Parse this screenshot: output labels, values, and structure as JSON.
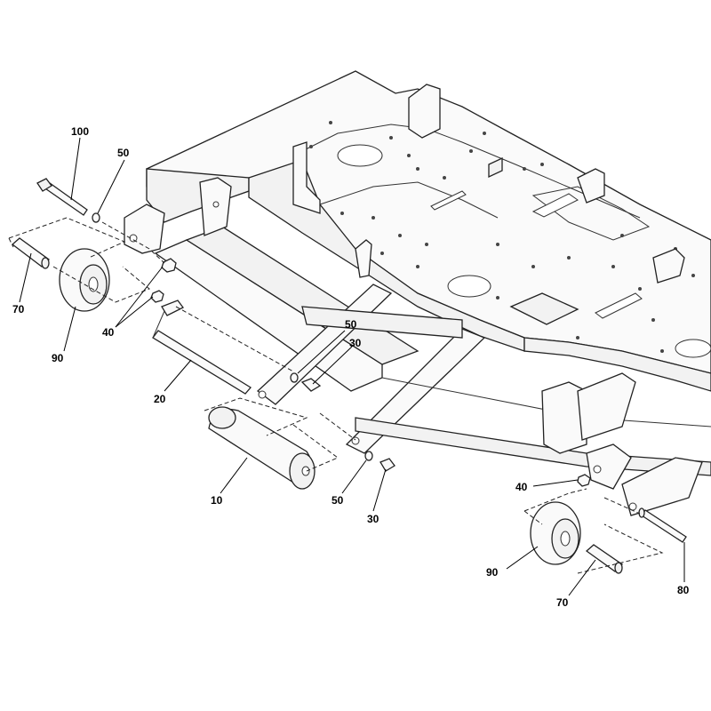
{
  "callouts": [
    {
      "id": "c100a",
      "text": "100"
    },
    {
      "id": "c50a",
      "text": "50"
    },
    {
      "id": "c70a",
      "text": "70"
    },
    {
      "id": "c40a",
      "text": "40"
    },
    {
      "id": "c90a",
      "text": "90"
    },
    {
      "id": "c20",
      "text": "20"
    },
    {
      "id": "c50b",
      "text": "50"
    },
    {
      "id": "c30a",
      "text": "30"
    },
    {
      "id": "c10",
      "text": "10"
    },
    {
      "id": "c50c",
      "text": "50"
    },
    {
      "id": "c30b",
      "text": "30"
    },
    {
      "id": "c40b",
      "text": "40"
    },
    {
      "id": "c90b",
      "text": "90"
    },
    {
      "id": "c70b",
      "text": "70"
    },
    {
      "id": "c80",
      "text": "80"
    }
  ]
}
